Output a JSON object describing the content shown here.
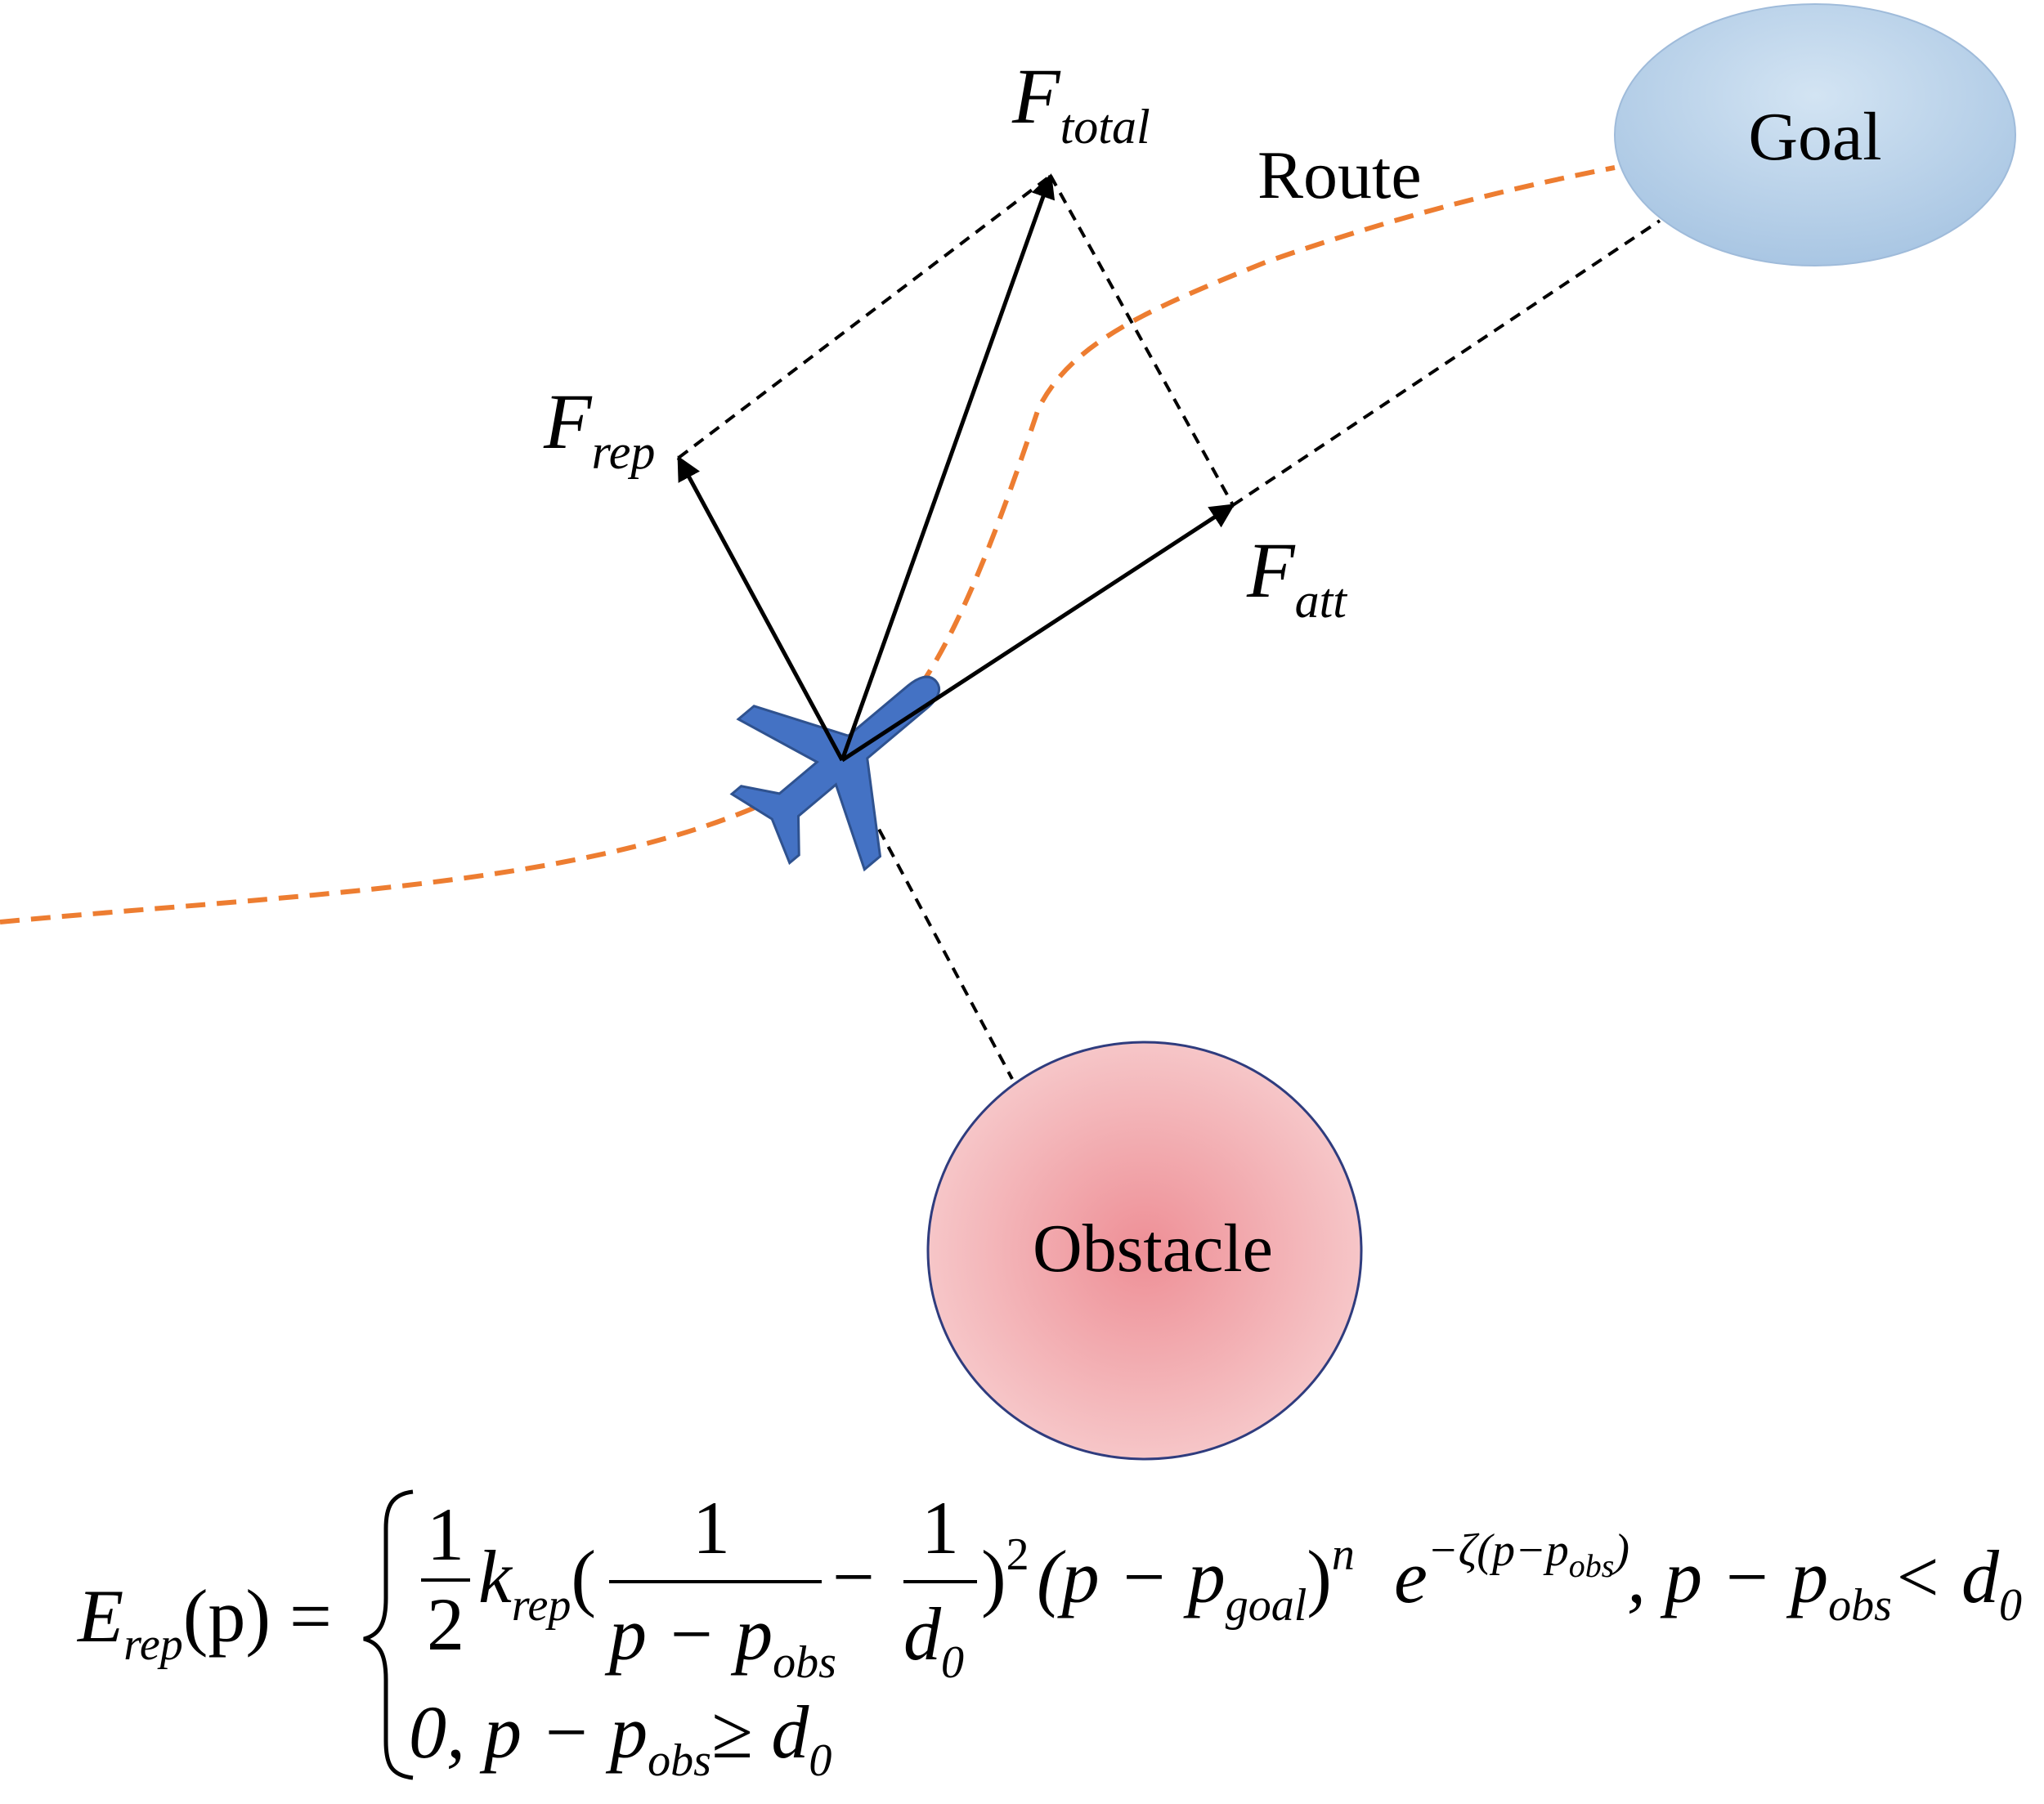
{
  "labels": {
    "goal": "Goal",
    "route": "Route",
    "obstacle": "Obstacle",
    "force_main": "F",
    "f_total_sub": "total",
    "f_rep_sub": "rep",
    "f_att_sub": "att"
  },
  "colors": {
    "route": "#ED7D31",
    "aircraft": "#4472C4",
    "goal_fill": "#BDD7EE",
    "obstacle_fill": "#F4B9BC",
    "obstacle_center": "#EE8F96"
  },
  "icons": {
    "aircraft": "airplane-icon"
  },
  "equation": {
    "lhs_E": "E",
    "lhs_sub": "rep",
    "lhs_args": "(p) =",
    "frac_half_num": "1",
    "frac_half_den": "2",
    "k": "k",
    "k_sub": "rep",
    "open_paren": "(",
    "frac1_num": "1",
    "frac1_den_p": "p − p",
    "frac1_den_sub": "obs",
    "minus": "−",
    "frac2_num": "1",
    "frac2_den_d": "d",
    "frac2_den_sub": "0",
    "close_sq": ")",
    "sq_exp": "2",
    "goal_term": "(p − p",
    "goal_sub": "goal",
    "goal_close": ")",
    "goal_exp": "n",
    "exp_base": "e",
    "exp_sup": "−ζ(p−p",
    "exp_sup_sub": "obs",
    "exp_sup_close": ")",
    "cond1": ", p − p",
    "cond1_sub": "obs",
    "cond1_tail": "< d",
    "cond1_tail_sub": "0",
    "case2": "0, p − p",
    "case2_sub": "obs",
    "case2_tail": "≥ d",
    "case2_tail_sub": "0"
  }
}
